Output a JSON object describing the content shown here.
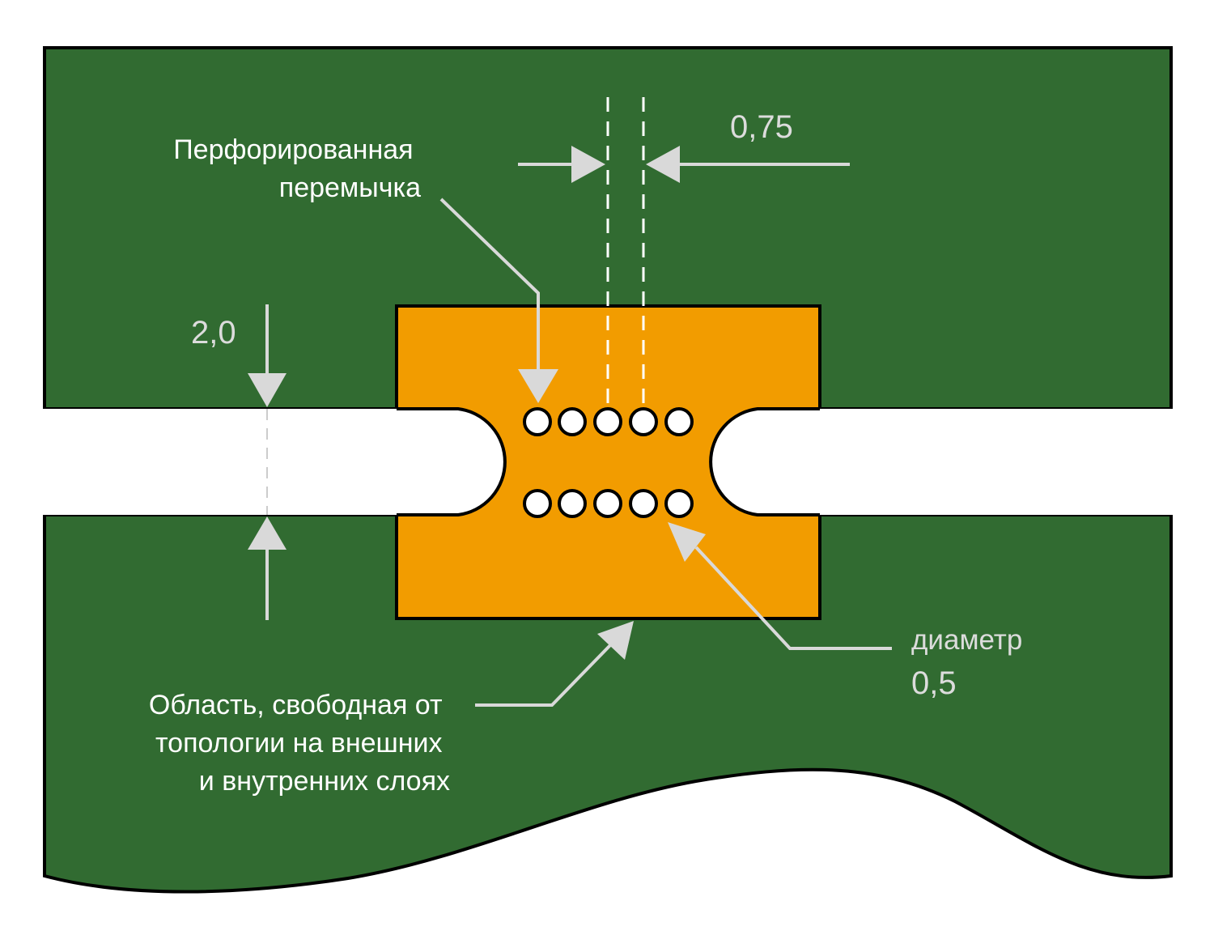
{
  "labels": {
    "perforated_bridge": [
      "Перфорированная",
      "перемычка"
    ],
    "keepout_area": [
      "Область, свободная от",
      "топологии на внешних",
      "и внутренних слоях"
    ],
    "diameter_caption": "диаметр",
    "diameter_value": "0,5",
    "hole_pitch": "0,75",
    "slot_width": "2,0"
  },
  "colors": {
    "board": "#316b31",
    "keepout": "#f29c00",
    "outline": "#000000",
    "annotation": "#d9d9d9",
    "text": "#ffffff"
  }
}
